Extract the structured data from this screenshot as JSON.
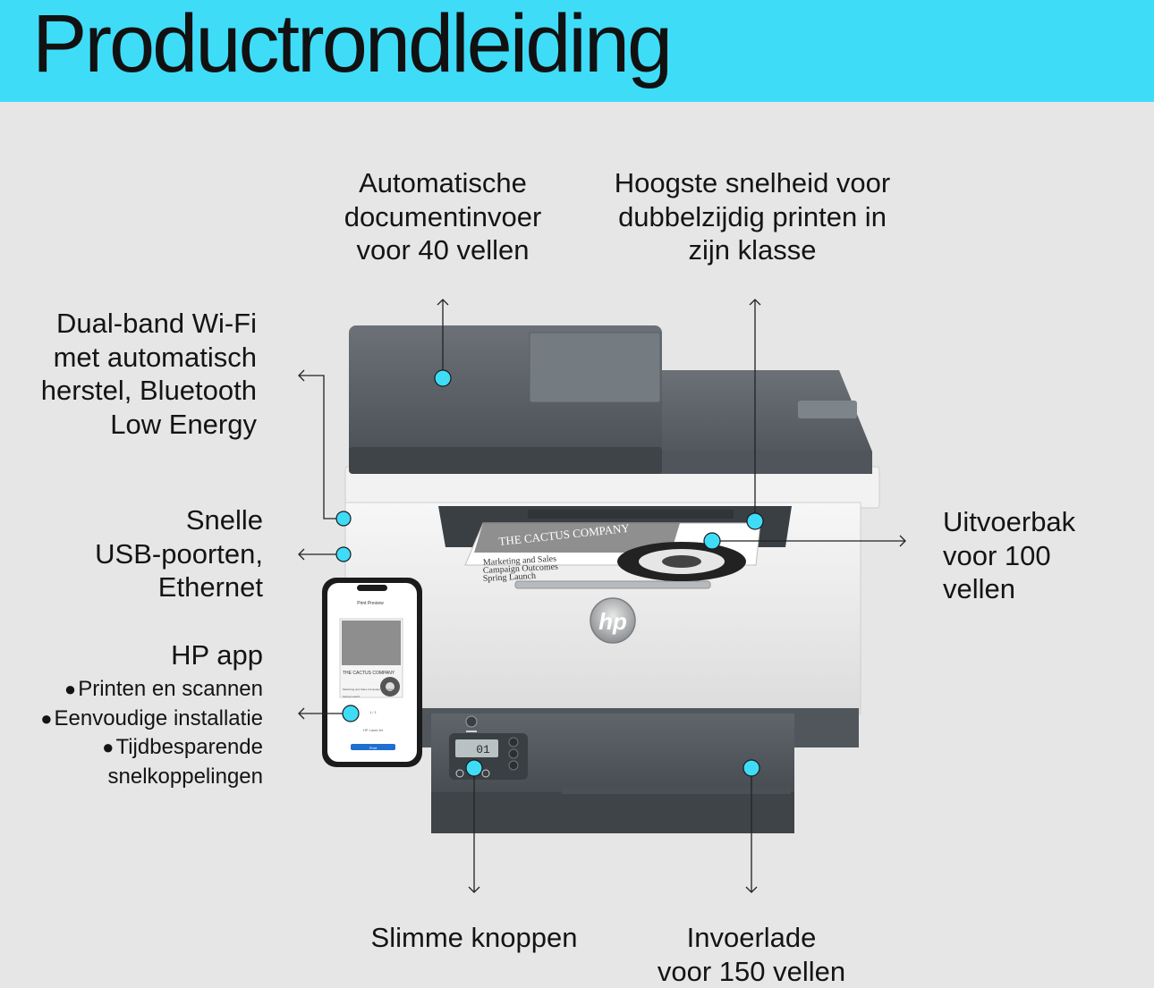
{
  "page_title": "Productrondleiding",
  "brand_logo": "hp",
  "colors": {
    "header": "#3fdcf8",
    "background": "#e6e6e6",
    "hotspot": "#3fdcf8",
    "text": "#141414"
  },
  "features": {
    "adf": [
      "Automatische",
      "documentinvoer",
      "voor 40 vellen"
    ],
    "duplex": [
      "Hoogste snelheid voor",
      "dubbelzijdig printen in",
      "zijn klasse"
    ],
    "wifi": [
      "Dual-band Wi-Fi",
      "met automatisch",
      "herstel, Bluetooth",
      "Low Energy"
    ],
    "usb": [
      "Snelle",
      "USB-poorten,",
      "Ethernet"
    ],
    "output": [
      "Uitvoerbak",
      "voor 100",
      "vellen"
    ],
    "smart_buttons": [
      "Slimme knoppen"
    ],
    "input_tray": [
      "Invoerlade",
      "voor 150 vellen"
    ]
  },
  "hp_app": {
    "title": "HP app",
    "bullets": [
      "Printen en scannen",
      "Eenvoudige installatie",
      "Tijdbesparende",
      "snelkoppelingen"
    ]
  },
  "phone_screen": {
    "header": "Print Preview",
    "doc_company": "THE CACTUS COMPANY",
    "doc_text": "Marketing and Sales Campaign Outcomes",
    "doc_sub": "Spring Launch",
    "page_indicator": "1 / 1",
    "printer_name": "HP LaserJet",
    "print_button": "Print"
  },
  "printed_sheet": {
    "company": "THE CACTUS COMPANY",
    "line1": "Marketing and Sales",
    "line2": "Campaign Outcomes",
    "line3": "Spring Launch"
  },
  "control_panel": {
    "display": "01"
  }
}
